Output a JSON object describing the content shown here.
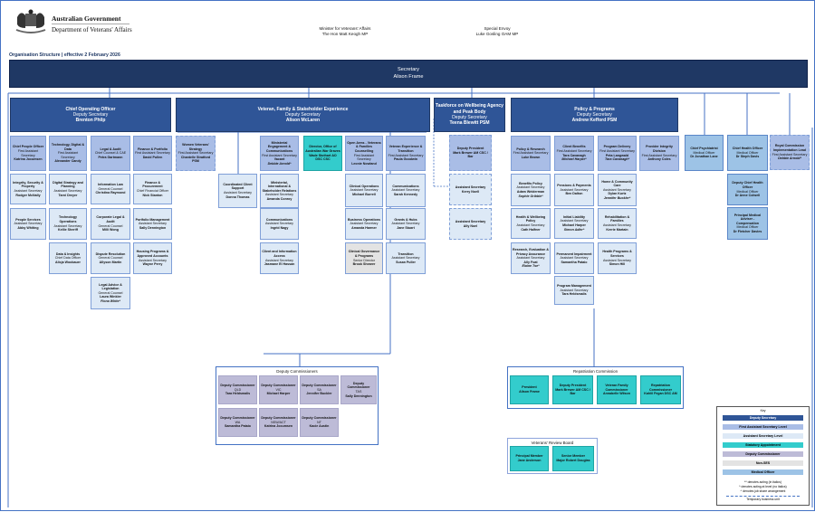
{
  "header": {
    "gov": "Australian Government",
    "dept": "Department of Veterans' Affairs",
    "minister_role": "Minister for Veterans' Affairs",
    "minister_name": "The Hon Matt Keogh MP",
    "envoy_role": "Special Envoy",
    "envoy_name": "Luke Gosling OAM MP",
    "org_title": "Organisation Structure | effective 2 February 2026"
  },
  "colors": {
    "secretary": "#1f3864",
    "deputy": "#2f5597",
    "fas": "#a9bde6",
    "as": "#dde9f6",
    "statutory": "#33cccc",
    "commissioner": "#bdbbd7",
    "non_ses": "#e3e3e3",
    "medical": "#9dc3e6"
  },
  "secretary": {
    "role": "Secretary",
    "name": "Alison Frame"
  },
  "units": {
    "coo": {
      "level": "deputy",
      "lines": [
        "Chief Operating Officer",
        "Deputy Secretary",
        "Brenton Philp"
      ]
    },
    "vfse": {
      "level": "deputy",
      "lines": [
        "Veteran, Family & Stakeholder Experience",
        "Deputy Secretary",
        "Alison McLaren"
      ]
    },
    "taskforce": {
      "level": "deputy",
      "lines": [
        "Taskforce on Wellbeing Agency and Peak Body",
        "Deputy Secretary",
        "Teena Blewitt PSM"
      ]
    },
    "pp_div": {
      "level": "deputy",
      "lines": [
        "Policy & Programs",
        "Deputy Secretary",
        "Andrew Kefford PSM"
      ]
    },
    "cpo": {
      "level": "fas",
      "lines": [
        "Chief People Officer",
        "First Assistant Secretary",
        "Katrina Jocumsen"
      ]
    },
    "tdd": {
      "level": "fas",
      "lines": [
        "Technology, Digital & Data",
        "First Assistant Secretary",
        "Alexander Candy"
      ]
    },
    "legal": {
      "level": "fas",
      "lines": [
        "Legal & Audit",
        "Chief Counsel & CAE",
        "Petra Gartmann"
      ]
    },
    "fin": {
      "level": "fas",
      "lines": [
        "Finance & Portfolio",
        "First Assistant Secretary",
        "David Pullen"
      ]
    },
    "isp": {
      "level": "as",
      "lines": [
        "Integrity, Security & Property",
        "Assistant Secretary",
        "Rodger McNally"
      ]
    },
    "dsp": {
      "level": "as",
      "lines": [
        "Digital Strategy and Planning",
        "Assistant Secretary",
        "Tarni Dreyer"
      ]
    },
    "infolaw": {
      "level": "as",
      "lines": [
        "Information Law",
        "General Counsel",
        "Christina Raymond"
      ]
    },
    "finproc": {
      "level": "as",
      "lines": [
        "Finance & Procurement",
        "Chief Financial Officer",
        "Nick Stanton"
      ]
    },
    "ps": {
      "level": "as",
      "lines": [
        "People Services",
        "Assistant Secretary",
        "Abby Whiting"
      ]
    },
    "techops": {
      "level": "as",
      "lines": [
        "Technology Operations",
        "Assistant Secretary",
        "Kellie Sheriff"
      ]
    },
    "corplegal": {
      "level": "as",
      "lines": [
        "Corporate Legal & Audit",
        "General Counsel",
        "Milli Wong"
      ]
    },
    "portfolio": {
      "level": "as",
      "lines": [
        "Portfolio Management",
        "Assistant Secretary",
        "Sally Dennington"
      ]
    },
    "data": {
      "level": "as",
      "lines": [
        "Data & Insights",
        "Chief Data Officer",
        "Alicja Wookauer"
      ]
    },
    "dispute": {
      "level": "as",
      "lines": [
        "Dispute Resolution",
        "General Counsel",
        "Allyson Martin"
      ]
    },
    "housing": {
      "level": "as",
      "lines": [
        "Housing Programs & Approved Accounts",
        "Assistant Secretary",
        "Wayne Perry"
      ]
    },
    "legaladv": {
      "level": "as",
      "lines": [
        "Legal Advice & Legislation",
        "General Counsel",
        "Laura Winkler",
        "Fiona White*"
      ]
    },
    "women": {
      "level": "fas",
      "dashed": true,
      "lines": [
        "Women Veterans' Strategy",
        "First Assistant Secretary",
        "Chantelle Stratford PSM"
      ]
    },
    "mec": {
      "level": "fas",
      "lines": [
        "Ministerial Engagement & Communications",
        "First Assistant Secretary",
        "Vacant",
        "Debbie Arnold*"
      ]
    },
    "oawg": {
      "level": "statutory",
      "lines": [
        "Director, Office of Australian War Graves",
        "Wade Stothart AO DSC CSC"
      ]
    },
    "openarms": {
      "level": "fas",
      "lines": [
        "Open Arms - Veterans & Families Counselling",
        "First Assistant Secretary",
        "Leonie Nowland"
      ]
    },
    "vet": {
      "level": "fas",
      "lines": [
        "Veteran Experience & Transition",
        "First Assistant Secretary",
        "Paula Goodwin"
      ]
    },
    "ccs": {
      "level": "as",
      "lines": [
        "Coordinated Client Support",
        "Assistant Secretary",
        "Donna Thomas"
      ]
    },
    "mist": {
      "level": "as",
      "lines": [
        "Ministerial, International & Stakeholder Relations",
        "Assistant Secretary",
        "Amanda Conroy"
      ]
    },
    "clinops": {
      "level": "as",
      "lines": [
        "Clinical Operations",
        "Assistant Secretary",
        "Michael Burrell"
      ]
    },
    "comms2": {
      "level": "as",
      "lines": [
        "Communications",
        "Assistant Secretary",
        "Sarah Kennedy"
      ]
    },
    "comms": {
      "level": "as",
      "lines": [
        "Communications",
        "Assistant Secretary",
        "Ingrid Nagy"
      ]
    },
    "busops": {
      "level": "as",
      "lines": [
        "Business Operations",
        "Assistant Secretary",
        "Amanda Harmer"
      ]
    },
    "grants": {
      "level": "as",
      "lines": [
        "Grants & Hubs",
        "Assistant Secretary",
        "Jane Stuart"
      ]
    },
    "cia": {
      "level": "as",
      "lines": [
        "Client and Information Access",
        "Assistant Secretary",
        "Jasmane El Hassan"
      ]
    },
    "clingov": {
      "level": "non_ses",
      "lines": [
        "Clinical Governance & Programs",
        "Senior Director",
        "Brook Shearer"
      ]
    },
    "transition": {
      "level": "as",
      "lines": [
        "Transition",
        "Assistant Secretary",
        "Susan Puller"
      ]
    },
    "dp": {
      "level": "fas",
      "dashed": true,
      "lines": [
        "Deputy President",
        "Mark Brewer AM CSC / Bar"
      ]
    },
    "kerry": {
      "level": "as",
      "dashed": true,
      "lines": [
        "Assistant Secretary",
        "Kerry Noell"
      ]
    },
    "ally": {
      "level": "as",
      "dashed": true,
      "lines": [
        "Assistant Secretary",
        "Ally Noel"
      ]
    },
    "pr": {
      "level": "fas",
      "lines": [
        "Policy & Research",
        "First Assistant Secretary",
        "Luke Brown"
      ]
    },
    "cb": {
      "level": "fas",
      "lines": [
        "Client Benefits",
        "First Assistant Secretary",
        "Tara Cavanagh",
        "Michael Harper*"
      ]
    },
    "pd": {
      "level": "fas",
      "lines": [
        "Program Delivery",
        "First Assistant Secretary",
        "Peta Langwald",
        "Tara Cavanagh*"
      ]
    },
    "pid": {
      "level": "fas",
      "lines": [
        "Provider Integrity Division",
        "First Assistant Secretary",
        "Anthony Coles"
      ]
    },
    "bp": {
      "level": "as",
      "lines": [
        "Benefits Policy",
        "Assistant Secretary",
        "Adam Weiderman",
        "Sophie Gribble*"
      ]
    },
    "pp": {
      "level": "as",
      "lines": [
        "Pensions & Payments",
        "Assistant Secretary",
        "Ben Dalton"
      ]
    },
    "hcc": {
      "level": "as",
      "lines": [
        "Home & Community Care",
        "Assistant Secretary",
        "Dylan Kurtz",
        "Jennifer Buckler*"
      ]
    },
    "hwp": {
      "level": "as",
      "lines": [
        "Health & Wellbeing Policy",
        "Assistant Secretary",
        "Cath Halfner"
      ]
    },
    "il": {
      "level": "as",
      "lines": [
        "Initial Liability",
        "Assistant Secretary",
        "Michael Harper",
        "Simon Adler*"
      ]
    },
    "rehab": {
      "level": "as",
      "lines": [
        "Rehabilitation & Families",
        "Assistant Secretary",
        "Kerrie Martain"
      ]
    },
    "repa": {
      "level": "as",
      "lines": [
        "Research, Evaluation & Privacy Assurance",
        "Assistant Secretary",
        "Ally Foat",
        "Elaine Tse*"
      ]
    },
    "pi": {
      "level": "as",
      "lines": [
        "Permanent Impairment",
        "Assistant Secretary",
        "Samantha Pataio"
      ]
    },
    "hps": {
      "level": "as",
      "lines": [
        "Health Programs & Services",
        "Assistant Secretary",
        "Simon Hill"
      ]
    },
    "pm": {
      "level": "as",
      "lines": [
        "Program Management",
        "Assistant Secretary",
        "Tara Heldsmalis"
      ]
    },
    "cpsy": {
      "level": "medical",
      "lines": [
        "Chief Psychiatrist",
        "Medical Officer",
        "Dr Jonathan Lane"
      ]
    },
    "cho": {
      "level": "medical",
      "lines": [
        "Chief Health Officer",
        "Medical Officer",
        "Dr Steph Davis"
      ]
    },
    "rc": {
      "level": "fas",
      "dashed": true,
      "lines": [
        "Royal Commission Implementation Lead",
        "First Assistant Secretary",
        "Debbie Arnold*"
      ]
    },
    "dcho": {
      "level": "medical",
      "lines": [
        "Deputy Chief Health Officer",
        "Medical Officer",
        "Dr Anne Colwell"
      ]
    },
    "pma": {
      "level": "medical",
      "lines": [
        "Principal Medical Adviser - Compensation",
        "Medical Officer",
        "Dr Fletcher Davies"
      ]
    },
    "dc_qld": {
      "level": "commissioner",
      "lines": [
        "Deputy Commissioner",
        "QLD",
        "Tara Heldsmalis"
      ]
    },
    "dc_vic": {
      "level": "commissioner",
      "lines": [
        "Deputy Commissioner",
        "VIC",
        "Michael Harper"
      ]
    },
    "dc_sa": {
      "level": "commissioner",
      "lines": [
        "Deputy Commissioner",
        "SA",
        "Jennifer Buckler"
      ]
    },
    "dc_tas": {
      "level": "commissioner",
      "lines": [
        "Deputy Commissioner",
        "TAS",
        "Sally Dennington"
      ]
    },
    "dc_wa": {
      "level": "commissioner",
      "lines": [
        "Deputy Commissioner",
        "WA",
        "Samantha Pataio"
      ]
    },
    "dc_nsw": {
      "level": "commissioner",
      "lines": [
        "Deputy Commissioner",
        "NSW/ACT",
        "Katrina Jocumsen"
      ]
    },
    "dc_nt": {
      "level": "commissioner",
      "lines": [
        "Deputy Commissioner",
        "NT",
        "Kacie Austin"
      ]
    },
    "rep_pres": {
      "level": "statutory",
      "lines": [
        "President",
        "Alison Frame"
      ]
    },
    "rep_dp": {
      "level": "statutory",
      "lines": [
        "Deputy President",
        "Mark Brewer AM CSC / Bar"
      ]
    },
    "rep_vfc": {
      "level": "statutory",
      "lines": [
        "Veteran Family Commissioner",
        "Annabelle Wilson"
      ]
    },
    "rep_rc": {
      "level": "statutory",
      "lines": [
        "Repatriation Commissioner",
        "Kahlil Fegan DSC AM"
      ]
    },
    "vrb_pm": {
      "level": "statutory",
      "lines": [
        "Principal Member",
        "Jane Anderson"
      ]
    },
    "vrb_sm": {
      "level": "statutory",
      "lines": [
        "Senior Member",
        "Major Robert Douglas"
      ]
    }
  },
  "frames": {
    "deputy_commissioners": "Deputy Commissioners",
    "repatriation_commission": "Repatriation Commission",
    "veterans_review_board": "Veterans' Review Board"
  },
  "key": {
    "title": "Key",
    "items": [
      {
        "label": "Deputy Secretary",
        "level": "deputy"
      },
      {
        "label": "First Assistant Secretary Level",
        "level": "fas"
      },
      {
        "label": "Assistant Secretary Level",
        "level": "as"
      },
      {
        "label": "Statutory Appointment",
        "level": "statutory"
      },
      {
        "label": "Deputy Commissioner",
        "level": "commissioner"
      },
      {
        "label": "Non-SES",
        "level": "non_ses"
      },
      {
        "label": "Medical Officer",
        "level": "medical"
      }
    ],
    "notes": [
      "** denotes acting (in italics)",
      "* denotes acting at level (no italics)",
      "^ denotes job share arrangement"
    ],
    "temporary": "Temporary business unit"
  }
}
